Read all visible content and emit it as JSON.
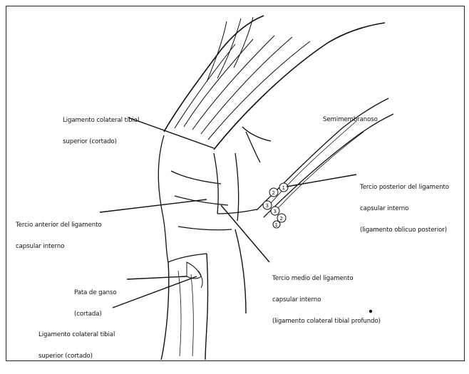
{
  "labels": {
    "lig_col_sup_top": [
      "Ligamento colateral tibial",
      "superior (cortado)"
    ],
    "semimembranoso": [
      "Semimembranoso"
    ],
    "tercio_posterior": [
      "Tercio posterior del ligamento",
      "capsular interno",
      "(ligamento oblicuo posterior)"
    ],
    "tercio_anterior": [
      "Tercio anterior del ligamento",
      "capsular interno"
    ],
    "tercio_medio": [
      "Tercio medio del ligamento",
      "capsular interno",
      "(ligamento colateral tibial profundo)"
    ],
    "pata_ganso": [
      "Pata de ganso",
      "(cortada)"
    ],
    "lig_col_sup_bottom": [
      "Ligamento colateral tibial",
      "superior (cortado)"
    ]
  },
  "circled_numbers": [
    "1",
    "2",
    "3",
    "3",
    "2",
    "1"
  ],
  "colors": {
    "ink": "#111111",
    "background": "#ffffff"
  }
}
